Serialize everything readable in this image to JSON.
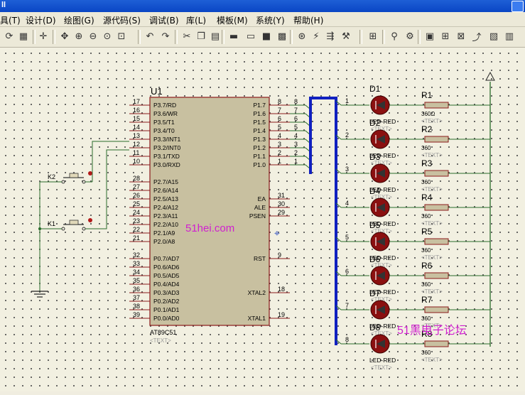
{
  "window": {
    "title_fragment": "ll"
  },
  "menu": [
    {
      "label": "具(T)"
    },
    {
      "label": "设计(D)"
    },
    {
      "label": "绘图(G)"
    },
    {
      "label": "源代码(S)"
    },
    {
      "label": "调试(B)"
    },
    {
      "label": "库(L)"
    },
    {
      "label": "模板(M)"
    },
    {
      "label": "系统(Y)"
    },
    {
      "label": "帮助(H)"
    }
  ],
  "toolbar_icons": [
    "refresh-icon",
    "grid-icon",
    "origin-icon",
    "pan-icon",
    "zoom-in-icon",
    "zoom-out-icon",
    "zoom-all-icon",
    "zoom-area-icon",
    "undo-icon",
    "redo-icon",
    "cut-icon",
    "copy-icon",
    "paste-icon",
    "block-copy-icon",
    "block-move-icon",
    "block-rotate-icon",
    "block-delete-icon",
    "pick-device-icon",
    "make-device-icon",
    "package-tool-icon",
    "decompose-icon",
    "wire-autorouter-icon",
    "search-tag-icon",
    "property-assign-icon",
    "design-explorer-icon",
    "new-sheet-icon",
    "remove-sheet-icon",
    "goto-sheet-icon",
    "bom-icon",
    "netlist-icon"
  ],
  "schematic": {
    "mcu": {
      "ref": "U1",
      "part": "AT89C51",
      "text_placeholder": "<TEXT>",
      "left_pins": [
        {
          "num": "17",
          "name": "P3.7/RD"
        },
        {
          "num": "16",
          "name": "P3.6/WR"
        },
        {
          "num": "15",
          "name": "P3.5/T1"
        },
        {
          "num": "14",
          "name": "P3.4/T0"
        },
        {
          "num": "13",
          "name": "P3.3/INT1"
        },
        {
          "num": "12",
          "name": "P3.2/INT0"
        },
        {
          "num": "11",
          "name": "P3.1/TXD"
        },
        {
          "num": "10",
          "name": "P3.0/RXD"
        },
        {
          "num": "28",
          "name": "P2.7/A15"
        },
        {
          "num": "27",
          "name": "P2.6/A14"
        },
        {
          "num": "26",
          "name": "P2.5/A13"
        },
        {
          "num": "25",
          "name": "P2.4/A12"
        },
        {
          "num": "24",
          "name": "P2.3/A11"
        },
        {
          "num": "23",
          "name": "P2.2/A10"
        },
        {
          "num": "22",
          "name": "P2.1/A9"
        },
        {
          "num": "21",
          "name": "P2.0/A8"
        },
        {
          "num": "32",
          "name": "P0.7/AD7"
        },
        {
          "num": "33",
          "name": "P0.6/AD6"
        },
        {
          "num": "34",
          "name": "P0.5/AD5"
        },
        {
          "num": "35",
          "name": "P0.4/AD4"
        },
        {
          "num": "36",
          "name": "P0.3/AD3"
        },
        {
          "num": "37",
          "name": "P0.2/AD2"
        },
        {
          "num": "38",
          "name": "P0.1/AD1"
        },
        {
          "num": "39",
          "name": "P0.0/AD0"
        }
      ],
      "right_pins": [
        {
          "num": "8",
          "name": "P1.7"
        },
        {
          "num": "7",
          "name": "P1.6"
        },
        {
          "num": "6",
          "name": "P1.5"
        },
        {
          "num": "5",
          "name": "P1.4"
        },
        {
          "num": "4",
          "name": "P1.3"
        },
        {
          "num": "3",
          "name": "P1.2"
        },
        {
          "num": "2",
          "name": "P1.1"
        },
        {
          "num": "1",
          "name": "P1.0"
        },
        {
          "num": "31",
          "name": "EA"
        },
        {
          "num": "30",
          "name": "ALE"
        },
        {
          "num": "29",
          "name": "PSEN"
        },
        {
          "num": "9",
          "name": "RST"
        },
        {
          "num": "18",
          "name": "XTAL2"
        },
        {
          "num": "19",
          "name": "XTAL1"
        }
      ]
    },
    "bus_labels": [
      "8",
      "7",
      "6",
      "5",
      "4",
      "3",
      "2",
      "1"
    ],
    "bus_taps": [
      "1",
      "2",
      "3",
      "4",
      "5",
      "6",
      "7",
      "8"
    ],
    "leds": [
      {
        "ref": "D1",
        "label": "LED-RED"
      },
      {
        "ref": "D2",
        "label": "LED-RED"
      },
      {
        "ref": "D3",
        "label": "LED-RED"
      },
      {
        "ref": "D4",
        "label": "LED-RED"
      },
      {
        "ref": "D5",
        "label": "LED-RED"
      },
      {
        "ref": "D6",
        "label": "LED-RED"
      },
      {
        "ref": "D7",
        "label": "LED-RED"
      },
      {
        "ref": "D8",
        "label": "LED-RED"
      }
    ],
    "resistors": [
      {
        "ref": "R1",
        "value": "360Ω"
      },
      {
        "ref": "R2",
        "value": "360"
      },
      {
        "ref": "R3",
        "value": "360"
      },
      {
        "ref": "R4",
        "value": "360"
      },
      {
        "ref": "R5",
        "value": "360"
      },
      {
        "ref": "R6",
        "value": "360"
      },
      {
        "ref": "R7",
        "value": "360"
      },
      {
        "ref": "R8",
        "value": "360"
      }
    ],
    "switches": [
      {
        "ref": "K2"
      },
      {
        "ref": "K1"
      }
    ],
    "text_placeholder": "<TEXT>",
    "watermark1": "51hei.com",
    "watermark2": "51黑电子论坛"
  }
}
